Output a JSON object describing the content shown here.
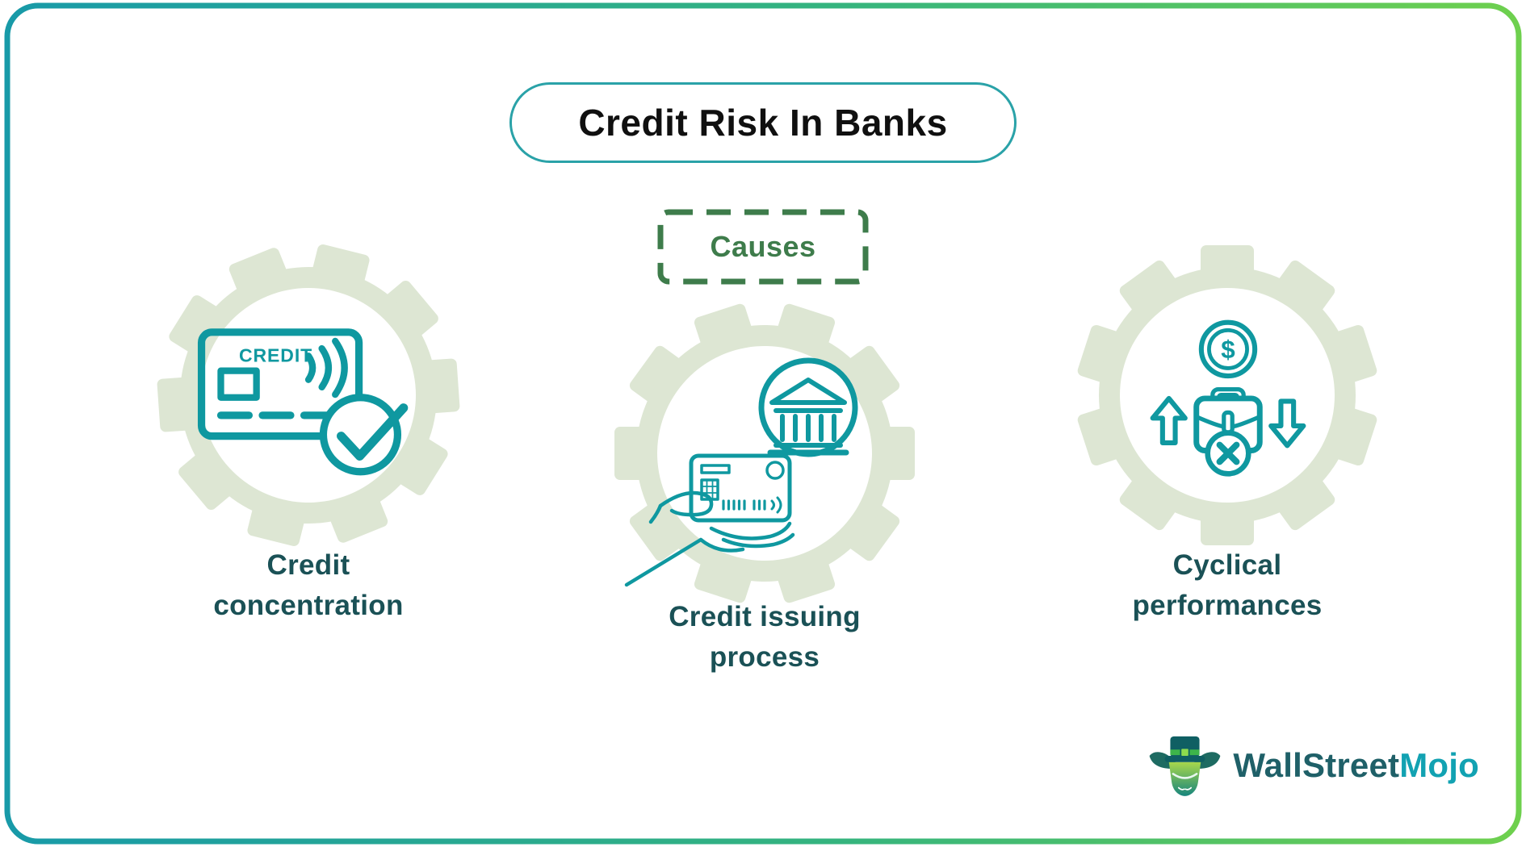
{
  "header": {
    "title": "Credit Risk In Banks"
  },
  "causes": {
    "label": "Causes"
  },
  "items": [
    {
      "label": "Credit concentration",
      "icon": "credit-card-check-icon",
      "card_label": "CREDIT"
    },
    {
      "label": "Credit issuing process",
      "icon": "hand-holding-card-bank-icon"
    },
    {
      "label": "Cyclical performances",
      "icon": "briefcase-arrows-coin-icon",
      "coin_symbol": "$"
    }
  ],
  "logo": {
    "part1": "WallStreet",
    "part2": "Mojo"
  },
  "colors": {
    "border_gradient_start": "#189aa8",
    "border_gradient_end": "#6ed04e",
    "pill_border": "#2aa2a8",
    "causes_green": "#3e7c4b",
    "icon_teal": "#0f98a0",
    "gear_sage": "#dde6d3",
    "label_dark_teal": "#1a5156",
    "title_black": "#101010",
    "logo_dark": "#1f6068",
    "logo_cyan": "#12a2b2"
  }
}
